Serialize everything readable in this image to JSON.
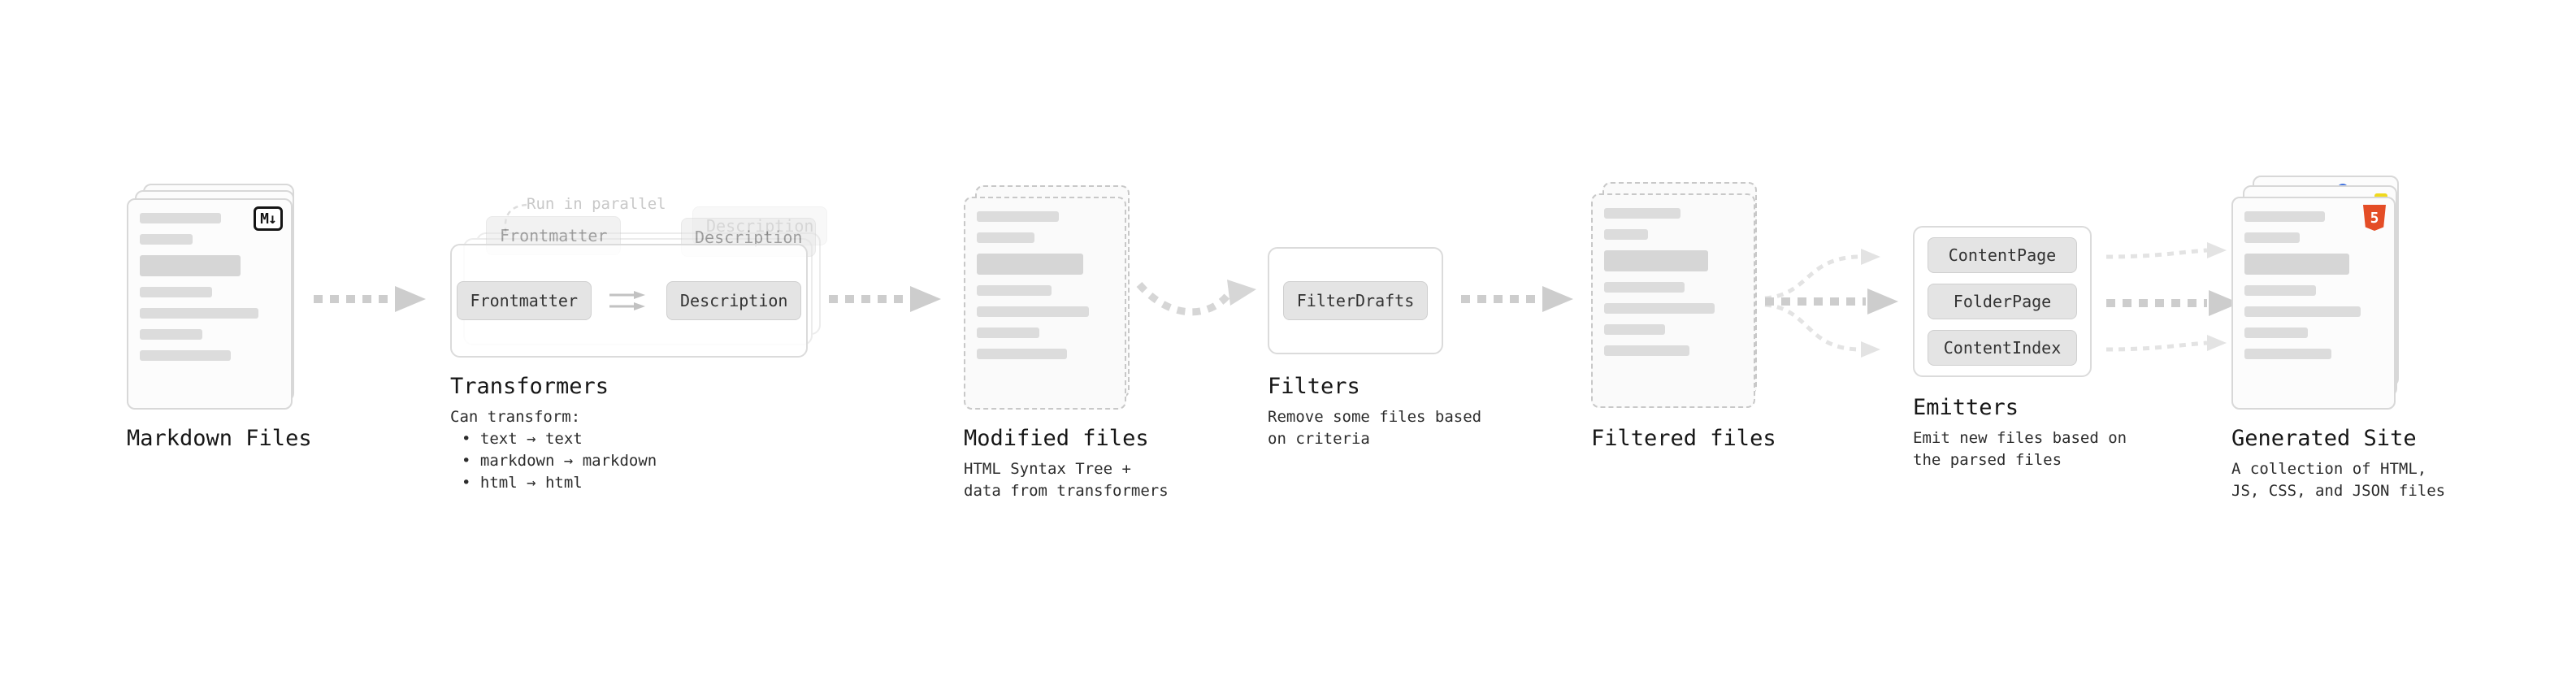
{
  "diagram": {
    "markdown_files": {
      "label": "Markdown Files",
      "badge": "M↓"
    },
    "transformers": {
      "annotation": "Run in parallel",
      "step1": "Frontmatter",
      "step2": "Description",
      "label": "Transformers",
      "intro": "Can transform:",
      "bullets": [
        "• text → text",
        "• markdown → markdown",
        "• html → html"
      ]
    },
    "modified_files": {
      "label": "Modified files",
      "description": "HTML Syntax Tree +\ndata from transformers"
    },
    "filters": {
      "chip": "FilterDrafts",
      "label": "Filters",
      "description": "Remove some files based\non criteria"
    },
    "filtered_files": {
      "label": "Filtered files"
    },
    "emitters": {
      "chips": [
        "ContentPage",
        "FolderPage",
        "ContentIndex"
      ],
      "label": "Emitters",
      "description": "Emit new files based on\nthe parsed files"
    },
    "generated_site": {
      "label": "Generated Site",
      "badge": "5",
      "description": "A collection of HTML,\nJS, CSS, and JSON files"
    }
  },
  "colors": {
    "arrow": "#cdcdcd",
    "arrow_light": "#e3e3e3",
    "html5_orange": "#e44d26",
    "bar": "#dcdcdc"
  }
}
